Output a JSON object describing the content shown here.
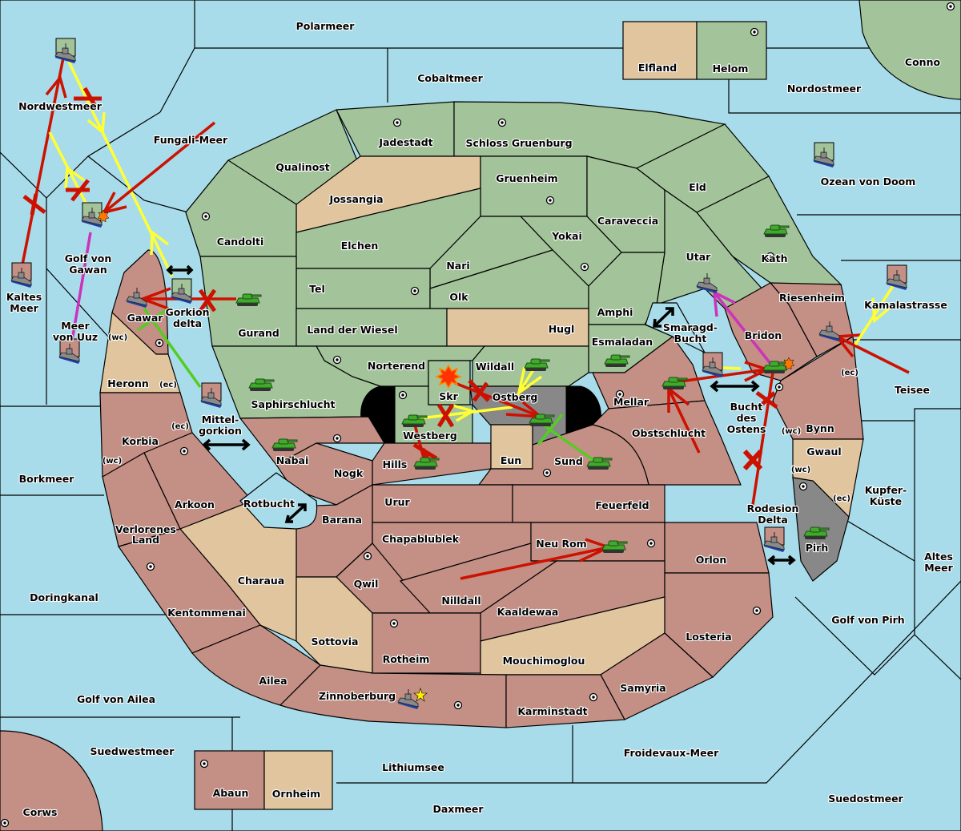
{
  "map": {
    "colors": {
      "sea": "#a8dcea",
      "power_green": "#a3c49a",
      "power_red": "#c48f85",
      "neutral": "#e0c59e",
      "impassable": "#888888",
      "order_move": "#cc1100",
      "order_support": "#ffff33",
      "order_convoy": "#cc33bb",
      "order_support_hold": "#55cc22"
    },
    "sea_labels": {
      "polarmeer": "Polarmeer",
      "cobaltmeer": "Cobaltmeer",
      "nordwestmeer": "Nordwestmeer",
      "fungali": "Fungali-Meer",
      "nordostmeer": "Nordostmeer",
      "ozean": "Ozean von Doom",
      "kaltes1": "Kaltes",
      "kaltes2": "Meer",
      "golf_gawan1": "Golf von",
      "golf_gawan2": "Gawan",
      "uuz1": "Meer",
      "uuz2": "von Uuz",
      "gorkion1": "Gorkion",
      "gorkion2": "delta",
      "mittel1": "Mittel-",
      "mittel2": "gorkion",
      "borkmeer": "Borkmeer",
      "doringkanal": "Doringkanal",
      "rotbucht": "Rotbucht",
      "golf_ailea": "Golf von Ailea",
      "suedwestmeer": "Suedwestmeer",
      "lithiumsee": "Lithiumsee",
      "daxmeer": "Daxmeer",
      "froidevaux": "Froidevaux-Meer",
      "suedostmeer": "Suedostmeer",
      "golf_pirh": "Golf von Pirh",
      "altes1": "Altes",
      "altes2": "Meer",
      "kupfer1": "Kupfer-",
      "kupfer2": "Küste",
      "teisee": "Teisee",
      "kamalastrasse": "Kamalastrasse",
      "smaragd1": "Smaragd-",
      "smaragd2": "Bucht",
      "bucht1": "Bucht",
      "bucht2": "des",
      "bucht3": "Ostens",
      "rodesion1": "Rodesion",
      "rodesion2": "Delta"
    },
    "land_labels": {
      "elfland": "Elfland",
      "helom": "Helom",
      "conno": "Conno",
      "jadestadt": "Jadestadt",
      "schloss": "Schloss Gruenburg",
      "qualinost": "Qualinost",
      "jossangia": "Jossangia",
      "gruenheim": "Gruenheim",
      "eld": "Eld",
      "caraveccia": "Caraveccia",
      "candolti": "Candolti",
      "elchen": "Elchen",
      "yokai": "Yokai",
      "nari": "Nari",
      "utar": "Utar",
      "kath": "Kath",
      "tel": "Tel",
      "olk": "Olk",
      "amphi": "Amphi",
      "gurand": "Gurand",
      "wiesel": "Land der Wiesel",
      "hugl": "Hugl",
      "esmaladan": "Esmaladan",
      "riesenheim": "Riesenheim",
      "bridon": "Bridon",
      "gawar": "Gawar",
      "norterend": "Norterend",
      "wildall": "Wildall",
      "skr": "Skr",
      "ostberg": "Ostberg",
      "westberg": "Westberg",
      "saphirschlucht": "Saphirschlucht",
      "heronn": "Heronn",
      "mellar": "Mellar",
      "obstschlucht": "Obstschlucht",
      "bynn": "Bynn",
      "gwaul": "Gwaul",
      "pirh": "Pirh",
      "korbia": "Korbia",
      "nabai": "Nabai",
      "hills": "Hills",
      "eun": "Eun",
      "sund": "Sund",
      "nogk": "Nogk",
      "arkoon": "Arkoon",
      "urur": "Urur",
      "feuerfeld": "Feuerfeld",
      "barana": "Barana",
      "chapablublek": "Chapablublek",
      "neurom": "Neu Rom",
      "verlorenes1": "Verlorenes",
      "verlorenes2": "Land",
      "charaua": "Charaua",
      "qwil": "Qwil",
      "nilldall": "Nilldall",
      "orlon": "Orlon",
      "kentommenai": "Kentommenai",
      "kaaldewaa": "Kaaldewaa",
      "sottovia": "Sottovia",
      "losteria": "Losteria",
      "rotheim": "Rotheim",
      "mouchimoglou": "Mouchimoglou",
      "ailea": "Ailea",
      "samyria": "Samyria",
      "zinnoberburg": "Zinnoberburg",
      "karminstadt": "Karminstadt",
      "abaun": "Abaun",
      "ornheim": "Ornheim",
      "corws": "Corws"
    },
    "coast_labels": {
      "wc": "(wc)",
      "ec": "(ec)"
    }
  }
}
